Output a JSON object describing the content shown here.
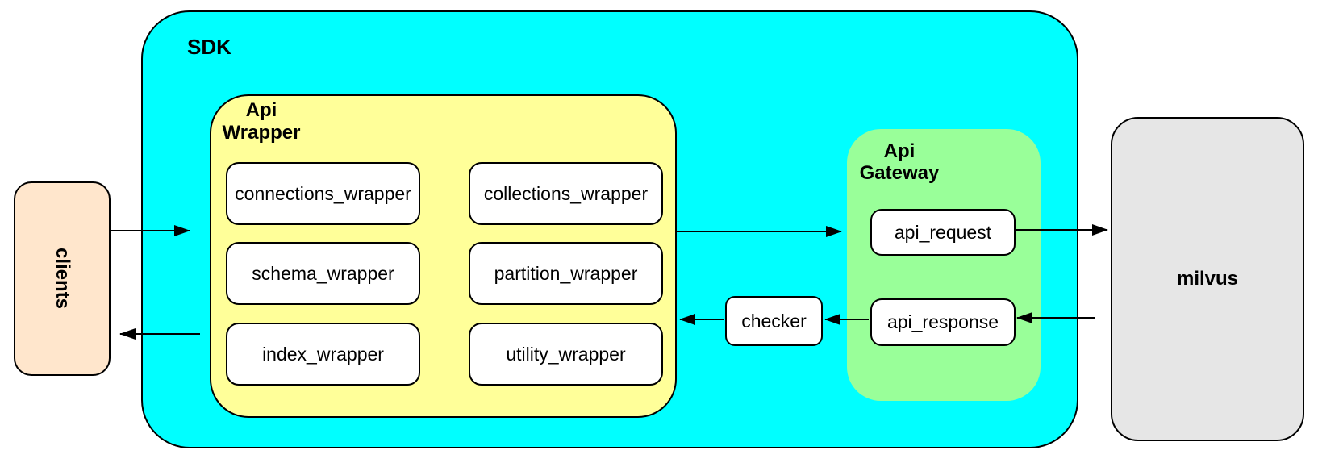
{
  "nodes": {
    "clients": "clients",
    "sdk": "SDK",
    "api_wrapper": {
      "line1": "Api",
      "line2": "Wrapper"
    },
    "wrappers": [
      "connections_wrapper",
      "collections_wrapper",
      "schema_wrapper",
      "partition_wrapper",
      "index_wrapper",
      "utility_wrapper"
    ],
    "checker": "checker",
    "api_gateway": {
      "line1": "Api",
      "line2": "Gateway"
    },
    "api_request": "api_request",
    "api_response": "api_response",
    "milvus": "milvus"
  },
  "edges": [
    {
      "from": "clients",
      "to": "api_wrapper"
    },
    {
      "from": "api_wrapper",
      "to": "clients"
    },
    {
      "from": "api_wrapper",
      "to": "api_gateway"
    },
    {
      "from": "api_request",
      "to": "milvus"
    },
    {
      "from": "milvus",
      "to": "api_response"
    },
    {
      "from": "api_response",
      "to": "checker"
    },
    {
      "from": "checker",
      "to": "api_wrapper"
    }
  ],
  "colors": {
    "sdk": "#00ffff",
    "wrapper": "#ffff99",
    "gateway": "#99ff99",
    "clients": "#ffe6cc",
    "milvus": "#e6e6e6",
    "box": "#ffffff",
    "stroke": "#000000"
  }
}
